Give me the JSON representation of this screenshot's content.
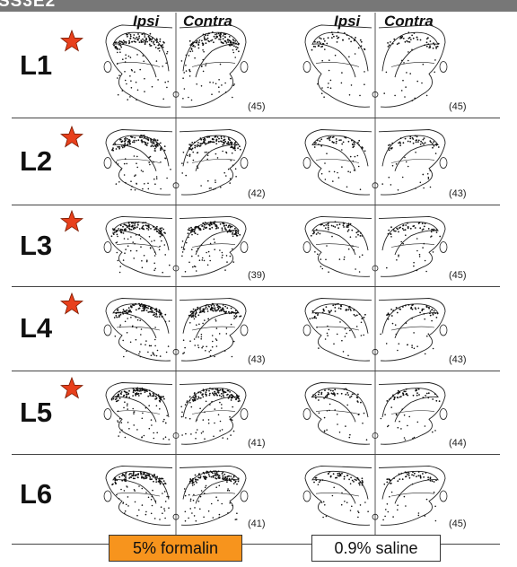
{
  "header": {
    "title_fragment": "SS3E2",
    "formalin_ipsi": "Ipsi",
    "formalin_contra": "Contra",
    "saline_ipsi": "Ipsi",
    "saline_contra": "Contra"
  },
  "colors": {
    "star": "#e8401c",
    "formalin_box": "#f7941d",
    "saline_box": "#ffffff"
  },
  "rows": [
    {
      "label": "L1",
      "starred": true,
      "formalin_count": "(45)",
      "saline_count": "(45)"
    },
    {
      "label": "L2",
      "starred": true,
      "formalin_count": "(42)",
      "saline_count": "(43)"
    },
    {
      "label": "L3",
      "starred": true,
      "formalin_count": "(39)",
      "saline_count": "(45)"
    },
    {
      "label": "L4",
      "starred": true,
      "formalin_count": "(43)",
      "saline_count": "(43)"
    },
    {
      "label": "L5",
      "starred": true,
      "formalin_count": "(41)",
      "saline_count": "(44)"
    },
    {
      "label": "L6",
      "starred": false,
      "formalin_count": "(41)",
      "saline_count": "(45)"
    }
  ],
  "legend": {
    "formalin": "5% formalin",
    "saline": "0.9% saline"
  }
}
